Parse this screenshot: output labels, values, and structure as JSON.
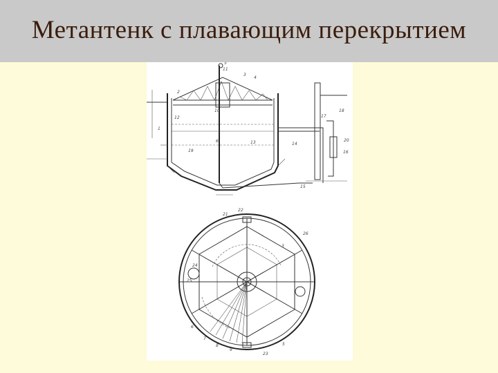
{
  "slide": {
    "title": "Метантенк с плавающим перекрытием",
    "background_color": "#fdfbd9",
    "title_bar_color": "#c9c9c9",
    "title_color": "#3a1d0c"
  },
  "drawing": {
    "section_view": {
      "labels": [
        "11",
        "3",
        "4",
        "5",
        "2",
        "12",
        "1",
        "10",
        "6",
        "13",
        "14",
        "15",
        "16",
        "17",
        "18",
        "19",
        "20"
      ]
    },
    "plan_view": {
      "labels": [
        "21",
        "22",
        "3",
        "24",
        "25",
        "26",
        "9",
        "8",
        "7",
        "6",
        "5",
        "23"
      ]
    }
  }
}
